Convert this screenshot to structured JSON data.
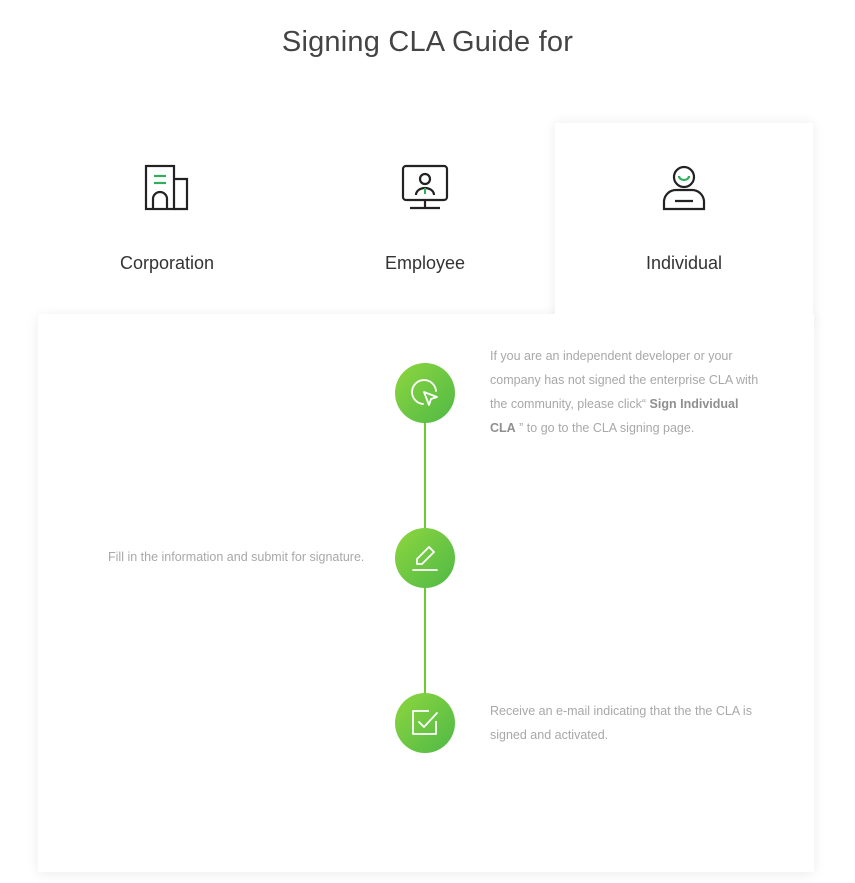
{
  "page": {
    "title": "Signing CLA Guide for"
  },
  "tabs": [
    {
      "label": "Corporation",
      "icon": "building-icon",
      "active": false
    },
    {
      "label": "Employee",
      "icon": "employee-badge-icon",
      "active": false
    },
    {
      "label": "Individual",
      "icon": "person-icon",
      "active": true
    }
  ],
  "steps": [
    {
      "icon": "cursor-click-icon",
      "text_before": "If you are an independent developer or your company has not signed the enterprise CLA with the community, please click“ ",
      "link": "Sign Individual CLA",
      "text_after": " ” to go to the CLA signing page."
    },
    {
      "icon": "edit-pen-icon",
      "text": "Fill in the information and submit for signature."
    },
    {
      "icon": "checkbox-icon",
      "text": "Receive an e-mail indicating that the the CLA is signed and activated."
    }
  ],
  "colors": {
    "accent_light": "#8ed63f",
    "accent_dark": "#4fb946",
    "line": "#6ccb2c"
  }
}
